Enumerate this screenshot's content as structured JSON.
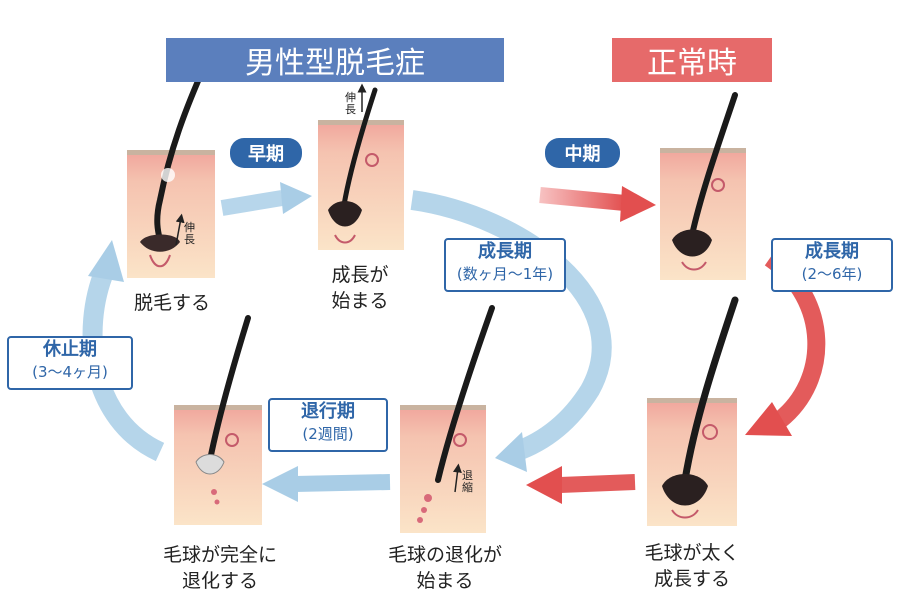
{
  "titles": {
    "left": "男性型脱毛症",
    "right": "正常時",
    "left_color": "#5b7fbd",
    "right_color": "#e66a6a"
  },
  "pills": {
    "early": "早期",
    "middle": "中期"
  },
  "phases": {
    "growth_aga": {
      "name": "成長期",
      "duration": "(数ヶ月〜1年)"
    },
    "growth_normal": {
      "name": "成長期",
      "duration": "(2〜6年)"
    },
    "resting": {
      "name": "休止期",
      "duration": "(3〜4ヶ月)"
    },
    "regression": {
      "name": "退行期",
      "duration": "(2週間)"
    }
  },
  "captions": {
    "shedding": "脱毛する",
    "growth_start_1": "成長が",
    "growth_start_2": "始まる",
    "bulb_regress_start_1": "毛球の退化が",
    "bulb_regress_start_2": "始まる",
    "bulb_regressed_1": "毛球が完全に",
    "bulb_regressed_2": "退化する",
    "bulb_thick_1": "毛球が太く",
    "bulb_thick_2": "成長する"
  },
  "annotations": {
    "extend_1": "伸長",
    "extend_2": "伸長",
    "shrink": "退縮"
  },
  "colors": {
    "blue_arrow": "#a9cde6",
    "red_arrow": "#e35b5b",
    "skin_top": "#f2a9a0",
    "skin_body": "#f6d3b3",
    "accent_blue": "#2f66a8"
  }
}
